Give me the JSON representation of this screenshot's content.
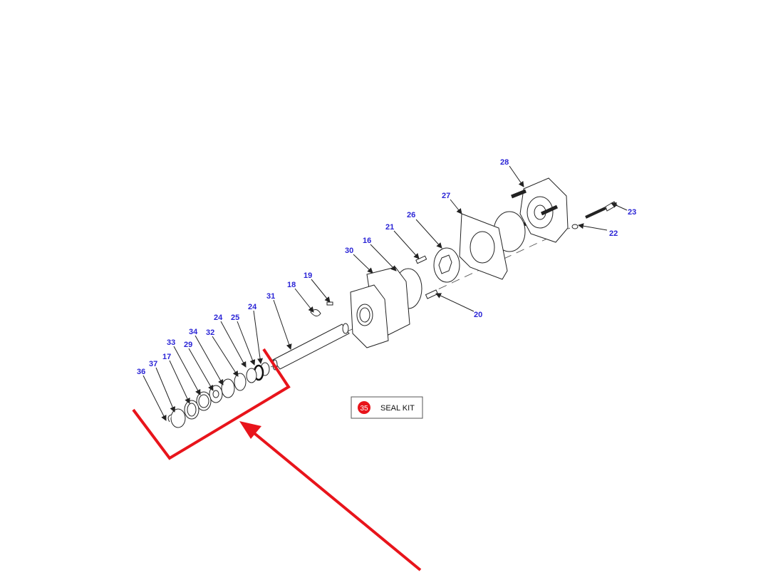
{
  "diagram": {
    "callouts": {
      "c28": "28",
      "c27": "27",
      "c26": "26",
      "c21": "21",
      "c16": "16",
      "c30": "30",
      "c19": "19",
      "c18": "18",
      "c31": "31",
      "c24a": "24",
      "c25": "25",
      "c24b": "24",
      "c32": "32",
      "c34": "34",
      "c29": "29",
      "c33": "33",
      "c17": "17",
      "c37": "37",
      "c36": "36",
      "c23": "23",
      "c22": "22",
      "c20": "20"
    },
    "legend": {
      "number": "35",
      "label": "SEAL KIT"
    },
    "colors": {
      "callout": "#2a24d6",
      "highlight": "#e8141b"
    }
  }
}
